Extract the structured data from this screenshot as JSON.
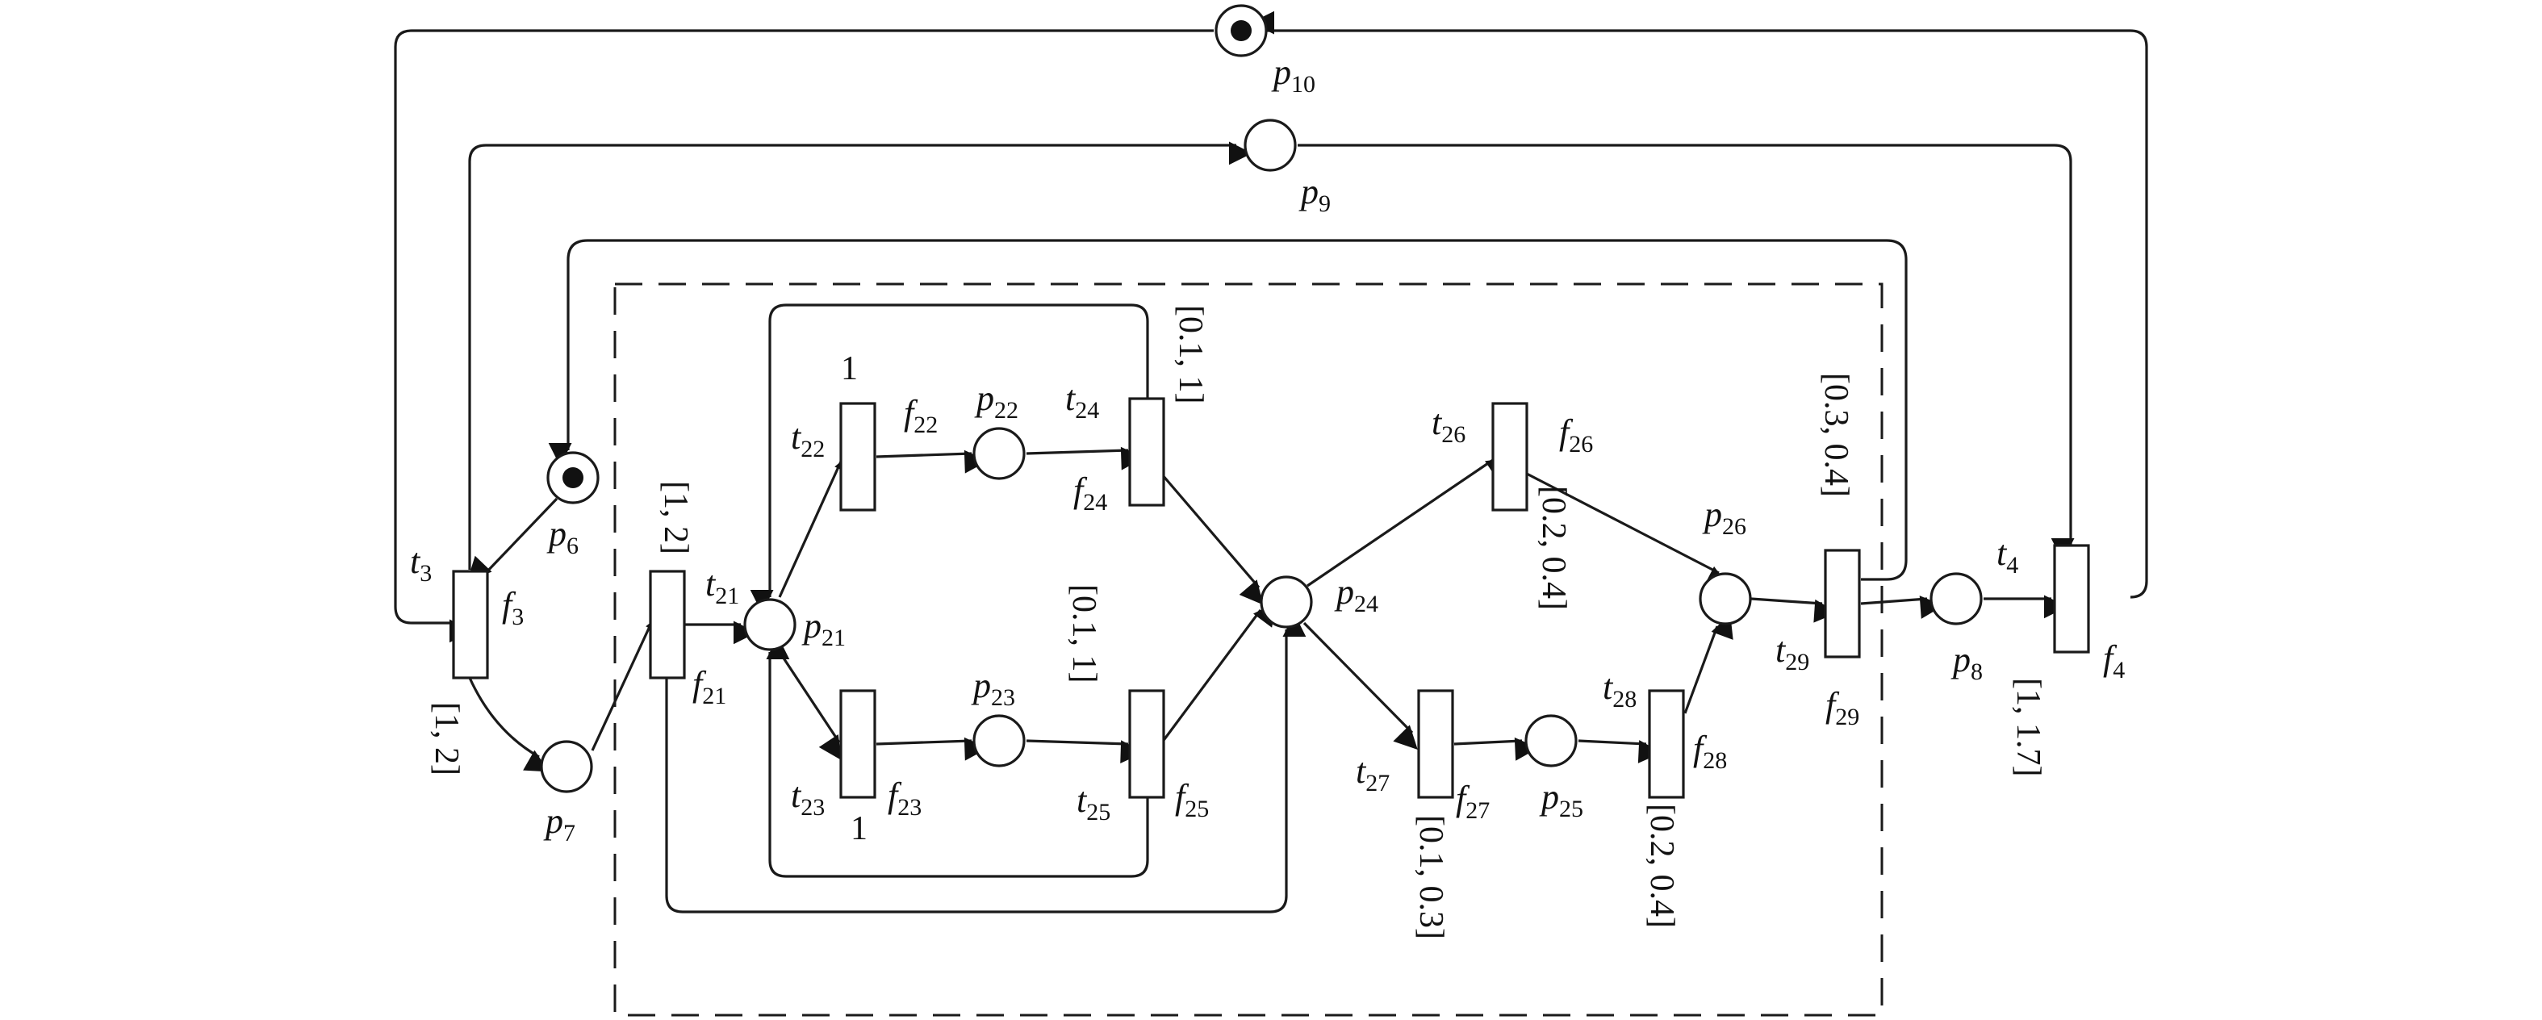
{
  "places": [
    {
      "id": "p6",
      "name": "p",
      "sub": "6",
      "tokens": 1
    },
    {
      "id": "p7",
      "name": "p",
      "sub": "7",
      "tokens": 0
    },
    {
      "id": "p8",
      "name": "p",
      "sub": "8",
      "tokens": 0
    },
    {
      "id": "p9",
      "name": "p",
      "sub": "9",
      "tokens": 0
    },
    {
      "id": "p10",
      "name": "p",
      "sub": "10",
      "tokens": 1
    },
    {
      "id": "p21",
      "name": "p",
      "sub": "21",
      "tokens": 0
    },
    {
      "id": "p22",
      "name": "p",
      "sub": "22",
      "tokens": 0
    },
    {
      "id": "p23",
      "name": "p",
      "sub": "23",
      "tokens": 0
    },
    {
      "id": "p24",
      "name": "p",
      "sub": "24",
      "tokens": 0
    },
    {
      "id": "p25",
      "name": "p",
      "sub": "25",
      "tokens": 0
    },
    {
      "id": "p26",
      "name": "p",
      "sub": "26",
      "tokens": 0
    }
  ],
  "transitions": [
    {
      "id": "t3",
      "name": "t",
      "sub": "3",
      "fname": "f",
      "fsub": "3",
      "interval": "[1, 2]"
    },
    {
      "id": "t4",
      "name": "t",
      "sub": "4",
      "fname": "f",
      "fsub": "4",
      "interval": "[1, 1.7]"
    },
    {
      "id": "t21",
      "name": "t",
      "sub": "21",
      "fname": "f",
      "fsub": "21",
      "interval": "[1, 2]"
    },
    {
      "id": "t22",
      "name": "t",
      "sub": "22",
      "fname": "f",
      "fsub": "22",
      "interval": "1"
    },
    {
      "id": "t23",
      "name": "t",
      "sub": "23",
      "fname": "f",
      "fsub": "23",
      "interval": "1"
    },
    {
      "id": "t24",
      "name": "t",
      "sub": "24",
      "fname": "f",
      "fsub": "24",
      "interval": "[0.1, 1]"
    },
    {
      "id": "t25",
      "name": "t",
      "sub": "25",
      "fname": "f",
      "fsub": "25",
      "interval": "[0.1, 1]"
    },
    {
      "id": "t26",
      "name": "t",
      "sub": "26",
      "fname": "f",
      "fsub": "26",
      "interval": "[0.2, 0.4]"
    },
    {
      "id": "t27",
      "name": "t",
      "sub": "27",
      "fname": "f",
      "fsub": "27",
      "interval": "[0.1, 0.3]"
    },
    {
      "id": "t28",
      "name": "t",
      "sub": "28",
      "fname": "f",
      "fsub": "28",
      "interval": "[0.2, 0.4]"
    },
    {
      "id": "t29",
      "name": "t",
      "sub": "29",
      "fname": "f",
      "fsub": "29",
      "interval": "[0.3, 0.4]"
    }
  ],
  "colors": {
    "stroke": "#1a1a1a",
    "token": "#111111",
    "background": "#ffffff"
  }
}
